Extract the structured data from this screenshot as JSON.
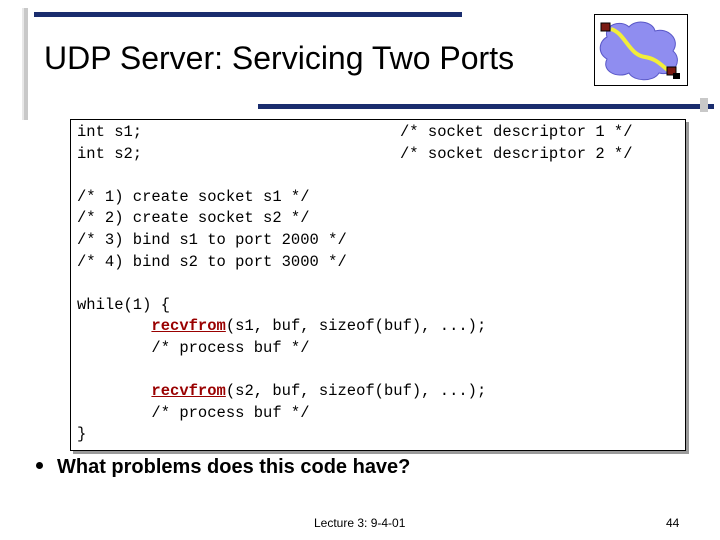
{
  "slide": {
    "title": "UDP Server: Servicing Two Ports",
    "logo_icon": "network-cloud-logo-icon",
    "accent_color": "#1a2d6e",
    "code_lines": [
      {
        "parts": [
          {
            "text": "int s1;"
          }
        ],
        "comment": "/* socket descriptor 1 */"
      },
      {
        "parts": [
          {
            "text": "int s2;"
          }
        ],
        "comment": "/* socket descriptor 2 */"
      },
      {
        "parts": [
          {
            "text": ""
          }
        ]
      },
      {
        "parts": [
          {
            "text": "/* 1) create socket s1 */"
          }
        ]
      },
      {
        "parts": [
          {
            "text": "/* 2) create socket s2 */"
          }
        ]
      },
      {
        "parts": [
          {
            "text": "/* 3) bind s1 to port 2000 */"
          }
        ]
      },
      {
        "parts": [
          {
            "text": "/* 4) bind s2 to port 3000 */"
          }
        ]
      },
      {
        "parts": [
          {
            "text": ""
          }
        ]
      },
      {
        "parts": [
          {
            "text": "while(1) {"
          }
        ]
      },
      {
        "parts": [
          {
            "text": "        "
          },
          {
            "text": "recvfrom",
            "fn": true
          },
          {
            "text": "(s1, buf, sizeof(buf), ...);"
          }
        ]
      },
      {
        "parts": [
          {
            "text": "        /* process buf */"
          }
        ]
      },
      {
        "parts": [
          {
            "text": ""
          }
        ]
      },
      {
        "parts": [
          {
            "text": "        "
          },
          {
            "text": "recvfrom",
            "fn": true
          },
          {
            "text": "(s2, buf, sizeof(buf), ...);"
          }
        ]
      },
      {
        "parts": [
          {
            "text": "        /* process buf */"
          }
        ]
      },
      {
        "parts": [
          {
            "text": "}"
          }
        ]
      }
    ],
    "bullet": "What problems does this code have?",
    "footer_center": "Lecture 3: 9-4-01",
    "page_number": "44"
  }
}
